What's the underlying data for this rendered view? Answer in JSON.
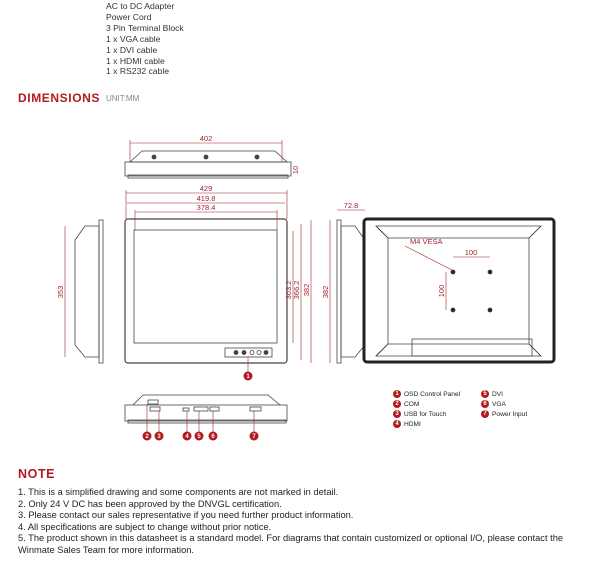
{
  "accessories": [
    "AC to DC Adapter",
    "Power Cord",
    "3 Pin Terminal Block",
    "1 x VGA cable",
    "1 x DVI cable",
    "1 x HDMI cable",
    "1 x RS232 cable"
  ],
  "dimensions": {
    "title": "DIMENSIONS",
    "unit": "UNIT:MM",
    "labels": {
      "top_width": "402",
      "top_depth": "10",
      "front_w1": "429",
      "front_w2": "419.8",
      "front_w3": "378.4",
      "front_h1": "303.2",
      "front_h2": "366.2",
      "front_h3": "382",
      "left_h": "353",
      "right_h": "382",
      "right_depth": "72.8",
      "vesa": "M4 VESA",
      "vesa_h": "100",
      "vesa_v": "100"
    },
    "callouts": [
      "1",
      "2",
      "3",
      "4",
      "5",
      "6",
      "7"
    ],
    "legend": [
      {
        "num": "1",
        "label": "OSD Control Panel"
      },
      {
        "num": "2",
        "label": "COM"
      },
      {
        "num": "3",
        "label": "USB for Touch"
      },
      {
        "num": "4",
        "label": "HDMI"
      },
      {
        "num": "5",
        "label": "DVI"
      },
      {
        "num": "6",
        "label": "VGA"
      },
      {
        "num": "7",
        "label": "Power Input"
      }
    ],
    "accent_color": "#b11b1f"
  },
  "note": {
    "title": "NOTE",
    "items": [
      "1. This is a simplified drawing and some components are not marked in detail.",
      "2. Only 24 V DC has been approved by the DNVGL certification.",
      "3. Please contact our sales representative if you need further product information.",
      "4. All specifications are subject to change without prior notice.",
      "5. The product shown in this datasheet is a standard model. For diagrams that contain customized or optional I/O, please contact the",
      "Winmate Sales Team for more information."
    ]
  }
}
